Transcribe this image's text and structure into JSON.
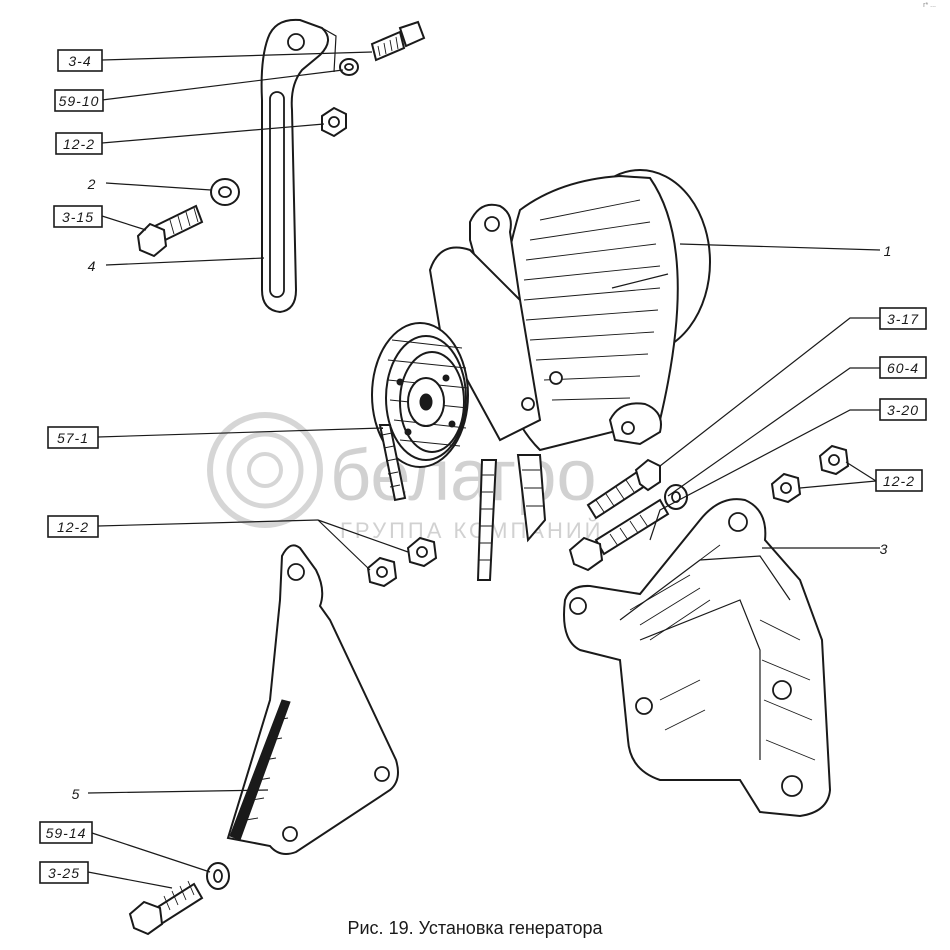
{
  "caption": "Рис. 19. Установка генератора",
  "corner_mark": "r* ...",
  "watermark": {
    "brand": "белагро",
    "subtitle": "ГРУППА КОМПАНИЙ"
  },
  "callouts": [
    {
      "id": "c-3-4",
      "label": "3-4",
      "boxed": true
    },
    {
      "id": "c-59-10",
      "label": "59-10",
      "boxed": true
    },
    {
      "id": "c-12-2-top",
      "label": "12-2",
      "boxed": true
    },
    {
      "id": "c-2",
      "label": "2",
      "boxed": false
    },
    {
      "id": "c-3-15",
      "label": "3-15",
      "boxed": true
    },
    {
      "id": "c-4",
      "label": "4",
      "boxed": false
    },
    {
      "id": "c-1",
      "label": "1",
      "boxed": false
    },
    {
      "id": "c-3-17",
      "label": "3-17",
      "boxed": true
    },
    {
      "id": "c-60-4",
      "label": "60-4",
      "boxed": true
    },
    {
      "id": "c-3-20",
      "label": "3-20",
      "boxed": true
    },
    {
      "id": "c-57-1",
      "label": "57-1",
      "boxed": true
    },
    {
      "id": "c-12-2-right",
      "label": "12-2",
      "boxed": true
    },
    {
      "id": "c-3",
      "label": "3",
      "boxed": false
    },
    {
      "id": "c-12-2-left",
      "label": "12-2",
      "boxed": true
    },
    {
      "id": "c-5",
      "label": "5",
      "boxed": false
    },
    {
      "id": "c-59-14",
      "label": "59-14",
      "boxed": true
    },
    {
      "id": "c-3-25",
      "label": "3-25",
      "boxed": true
    }
  ]
}
